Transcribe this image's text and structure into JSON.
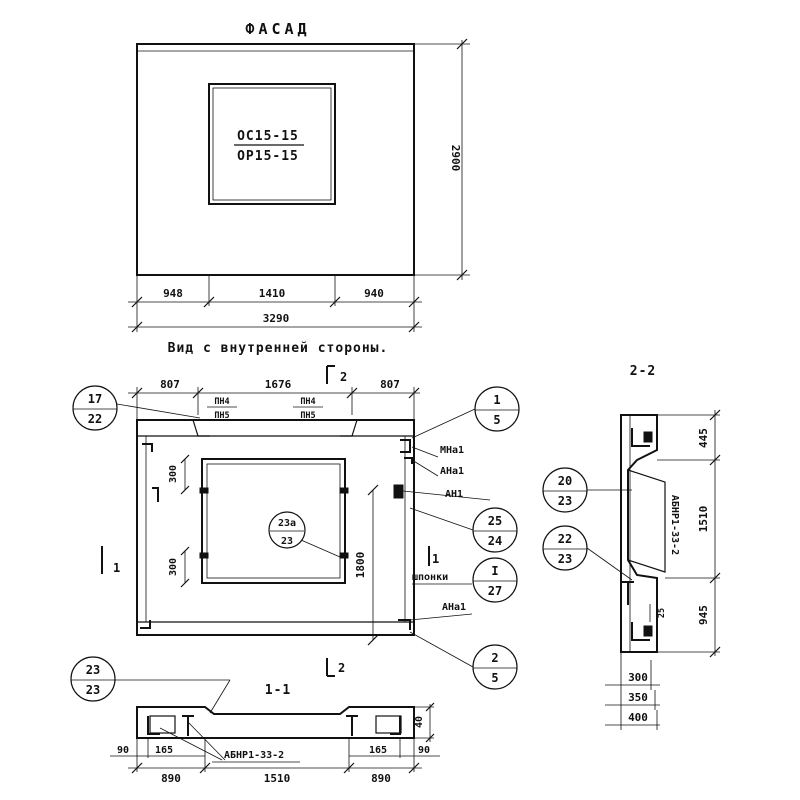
{
  "facade": {
    "title": "ФАСАД",
    "window_mark_1": "ОС15-15",
    "window_mark_2": "ОР15-15",
    "height_dim": "2900",
    "dims": [
      "948",
      "1410",
      "940"
    ],
    "total_dim": "3290"
  },
  "inner_view": {
    "title": "Вид с внутренней стороны.",
    "top_dims": [
      "807",
      "1676",
      "807"
    ],
    "section_mark_2_top": "2",
    "section_mark_2_bottom": "2",
    "section_mark_1_left": "1",
    "section_mark_1_right": "1",
    "lintel_left_1": "ПН4",
    "lintel_left_2": "ПН5",
    "lintel_right_1": "ПН4",
    "lintel_right_2": "ПН5",
    "dim_300_top": "300",
    "dim_300_bottom": "300",
    "dim_1800": "1800",
    "callout_23a_top": "23а",
    "callout_23a_bottom": "23",
    "labels": {
      "mna1": "МНа1",
      "ana1_top": "АНа1",
      "an1": "АН1",
      "shponki": "шпонки",
      "ana1_bottom": "АНа1"
    },
    "callouts": [
      {
        "top": "17",
        "bottom": "22"
      },
      {
        "top": "1",
        "bottom": "5"
      },
      {
        "top": "25",
        "bottom": "24"
      },
      {
        "top": "I",
        "bottom": "27"
      },
      {
        "top": "2",
        "bottom": "5"
      },
      {
        "top": "23",
        "bottom": "23"
      }
    ]
  },
  "section_1_1": {
    "title": "1-1",
    "rebar_label": "АБНР1-33-2",
    "dim_40": "40",
    "dims_small": [
      "90",
      "165",
      "165",
      "90"
    ],
    "dims_main": [
      "890",
      "1510",
      "890"
    ]
  },
  "section_2_2": {
    "title": "2-2",
    "rebar_label": "АБНР1-33-2",
    "dims_right": [
      "445",
      "1510",
      "945"
    ],
    "dim_25": "25",
    "callouts": [
      {
        "top": "20",
        "bottom": "23"
      },
      {
        "top": "22",
        "bottom": "23"
      }
    ],
    "thickness_dims": [
      "300",
      "350",
      "400"
    ]
  }
}
